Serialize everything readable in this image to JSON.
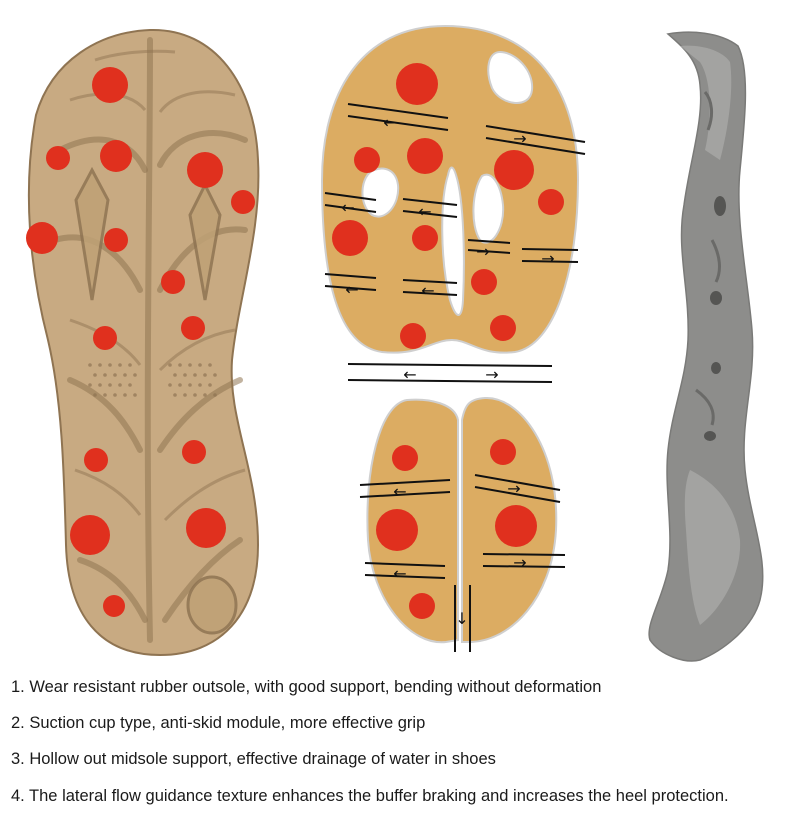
{
  "colors": {
    "outsole": "#c8aa82",
    "outsole_dark": "#8f7452",
    "diagram_fill": "#dcac62",
    "diagram_stroke": "#cfcfcf",
    "suction_dot": "#e0301e",
    "midsole": "#8d8d8b",
    "midsole_light": "#b3b3b1",
    "arrow_line": "#111111",
    "text": "#1a1a1a"
  },
  "icons": {
    "flow_arrow_left": "←",
    "flow_arrow_right": "→",
    "flow_arrow_down": "↓"
  },
  "features": [
    "1. Wear resistant rubber outsole, with good support, bending without deformation",
    "2. Suction cup type, anti-skid module, more effective grip",
    "3. Hollow out midsole support, effective drainage of water in shoes",
    "4. The lateral flow guidance texture enhances the buffer braking and increases the heel protection."
  ]
}
